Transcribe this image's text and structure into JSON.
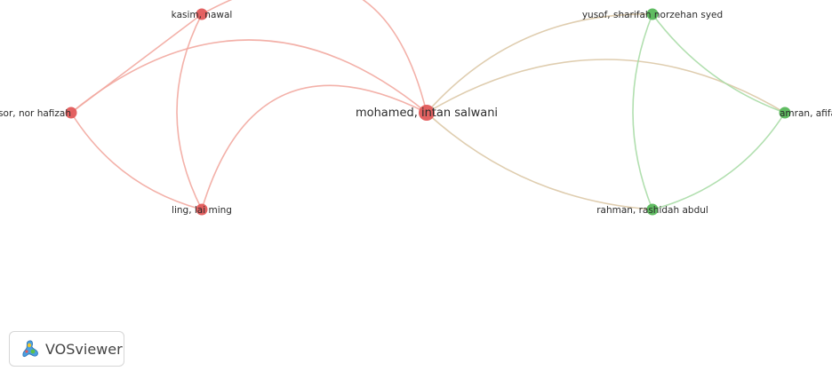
{
  "network": {
    "clusters": [
      {
        "id": 1,
        "node_color": "#e25a5a",
        "link_color": "#f2a8a0"
      },
      {
        "id": 2,
        "node_color": "#57b85a",
        "link_color": "#a8dca6"
      }
    ],
    "mixed_link_color": "#dcc8a6",
    "nodes": [
      {
        "id": "kasim",
        "label": "kasim, nawal",
        "cluster": 1,
        "weight": 1
      },
      {
        "id": "abd_mansor",
        "label": "abd mansor, nor hafizah",
        "cluster": 1,
        "weight": 1
      },
      {
        "id": "mohamed",
        "label": "mohamed, intan salwani",
        "cluster": 1,
        "weight": 2
      },
      {
        "id": "ling",
        "label": "ling, lai ming",
        "cluster": 1,
        "weight": 1
      },
      {
        "id": "yusof",
        "label": "yusof, sharifah norzehan syed",
        "cluster": 2,
        "weight": 1
      },
      {
        "id": "amran",
        "label": "amran, afifa malina",
        "cluster": 2,
        "weight": 1
      },
      {
        "id": "rahman",
        "label": "rahman, rashidah abdul",
        "cluster": 2,
        "weight": 1
      }
    ],
    "links": [
      {
        "source": "kasim",
        "target": "mohamed"
      },
      {
        "source": "kasim",
        "target": "abd_mansor"
      },
      {
        "source": "kasim",
        "target": "ling"
      },
      {
        "source": "abd_mansor",
        "target": "mohamed"
      },
      {
        "source": "abd_mansor",
        "target": "ling"
      },
      {
        "source": "ling",
        "target": "mohamed"
      },
      {
        "source": "mohamed",
        "target": "yusof"
      },
      {
        "source": "mohamed",
        "target": "amran"
      },
      {
        "source": "mohamed",
        "target": "rahman"
      },
      {
        "source": "yusof",
        "target": "amran"
      },
      {
        "source": "yusof",
        "target": "rahman"
      },
      {
        "source": "amran",
        "target": "rahman"
      }
    ]
  },
  "branding": {
    "logo_icon": "vosviewer-logo-icon",
    "text": "VOSviewer"
  }
}
